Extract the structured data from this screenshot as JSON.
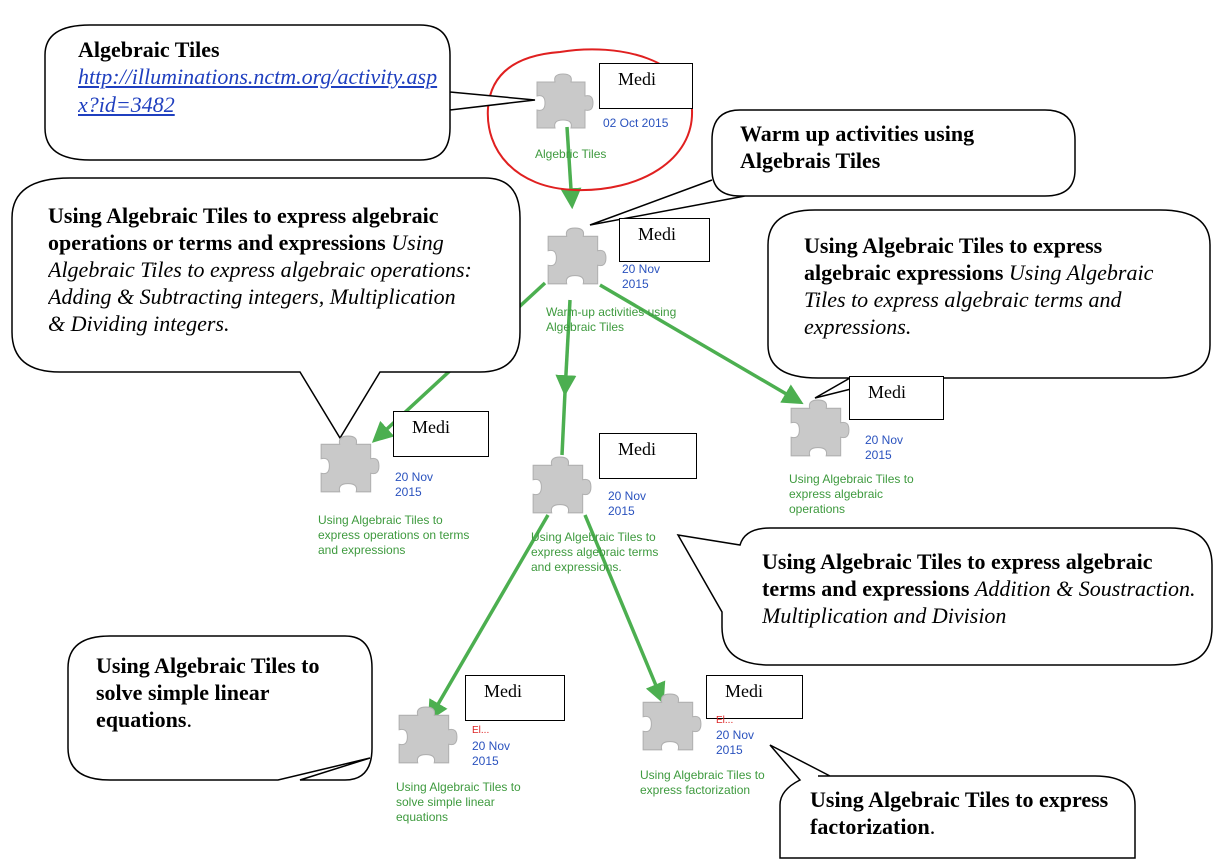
{
  "colors": {
    "edge": "#4caf50",
    "label_text": "#3e9a3e",
    "date_text": "#2a52be",
    "highlight_circle": "#e02020",
    "piece": "#c9c9c9"
  },
  "nodes": [
    {
      "id": "n1",
      "tag": "Medi",
      "date": "02 Oct 2015",
      "label": "Algebric Tiles"
    },
    {
      "id": "n2",
      "tag": "Medi",
      "date": "20 Nov 2015",
      "label": "Warm-up activities using Algebraic Tiles"
    },
    {
      "id": "n3",
      "tag": "Medi",
      "date": "20 Nov 2015",
      "label": "Using Algebraic Tiles to express operations on terms and expressions"
    },
    {
      "id": "n4",
      "tag": "Medi",
      "date": "20 Nov 2015",
      "label": "Using Algebraic Tiles to express algebraic terms and expressions."
    },
    {
      "id": "n5",
      "tag": "Medi",
      "date": "20 Nov 2015",
      "label": "Using Algebraic Tiles to express algebraic operations"
    },
    {
      "id": "n6",
      "tag": "Medi",
      "owner": "El...",
      "date": "20 Nov 2015",
      "label": "Using Algebraic Tiles to solve simple linear equations"
    },
    {
      "id": "n7",
      "tag": "Medi",
      "owner": "El...",
      "date": "20 Nov 2015",
      "label": "Using Algebraic Tiles to express factorization"
    }
  ],
  "callouts": {
    "c1": {
      "title": "Algebraic Tiles",
      "link": "http://illuminations.nctm.org/activity.aspx?id=3482"
    },
    "c2": {
      "title": "Warm up activities using Algebrais Tiles"
    },
    "c3": {
      "title": "Using Algebraic Tiles to express algebraic operations or terms and expressions",
      "desc": "Using Algebraic Tiles to express algebraic operations: Adding & Subtracting integers, Multiplication & Dividing integers."
    },
    "c4": {
      "title": "Using Algebraic Tiles to express algebraic expressions",
      "desc": "Using Algebraic Tiles to express algebraic terms and expressions."
    },
    "c5": {
      "title": "Using Algebraic Tiles to express algebraic terms and expressions",
      "desc": "Addition & Soustraction. Multiplication and Division"
    },
    "c6": {
      "title": "Using Algebraic Tiles to solve simple linear equations",
      "suffix": "."
    },
    "c7": {
      "title": "Using Algebraic Tiles to express factorization",
      "suffix": "."
    }
  }
}
